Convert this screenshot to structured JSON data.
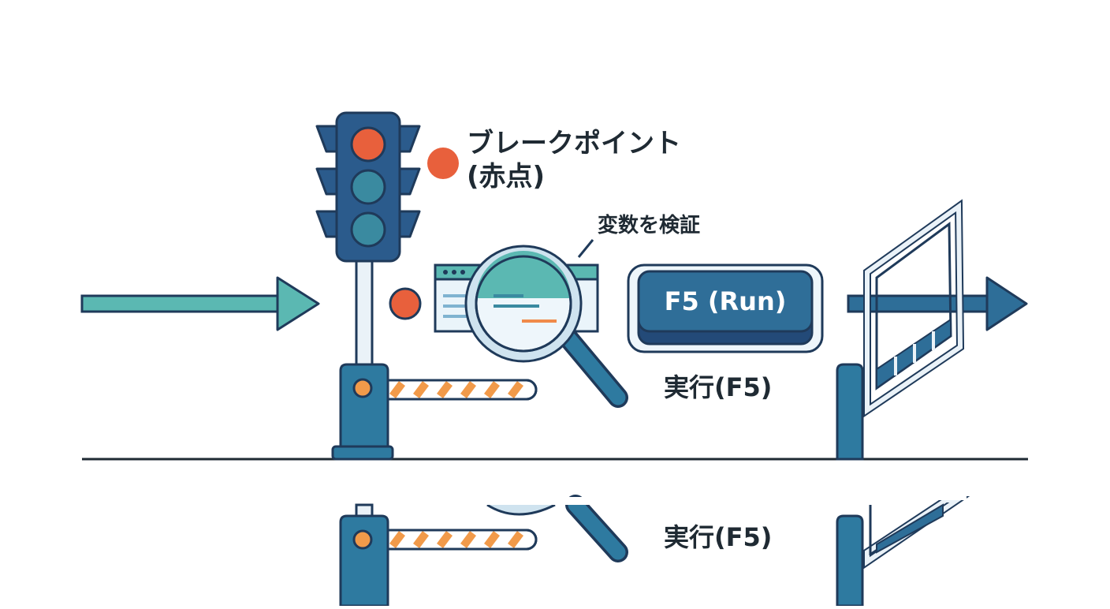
{
  "labels": {
    "breakpoint_line1": "ブレークポイント",
    "breakpoint_line2": "(赤点)",
    "inspect_variables": "変数を検証",
    "run_key": "F5 (Run)",
    "run_caption": "実行(F5)",
    "run_caption_reflection": "実行(F5)"
  },
  "colors": {
    "outline": "#1f3a5a",
    "signal_body": "#2b5b8c",
    "signal_light_red": "#e8603c",
    "signal_light_teal": "#3a8aa0",
    "pole": "#eaf2f8",
    "base": "#2e7aa0",
    "arrow_in": "#5bb8b2",
    "arrow_out": "#2e6e98",
    "barrier_stripe": "#f19a4a",
    "key_face": "#2f6e98",
    "key_border": "#1f3a5a",
    "breakpoint_dot": "#e8603c",
    "accent_orange": "#f08a4a",
    "ground_line": "#1f2a33"
  },
  "icons": [
    "traffic-light-icon",
    "breakpoint-dot-icon",
    "magnifier-icon",
    "code-window-icon",
    "barrier-gate-icon",
    "open-gate-icon",
    "arrow-right-icon"
  ]
}
